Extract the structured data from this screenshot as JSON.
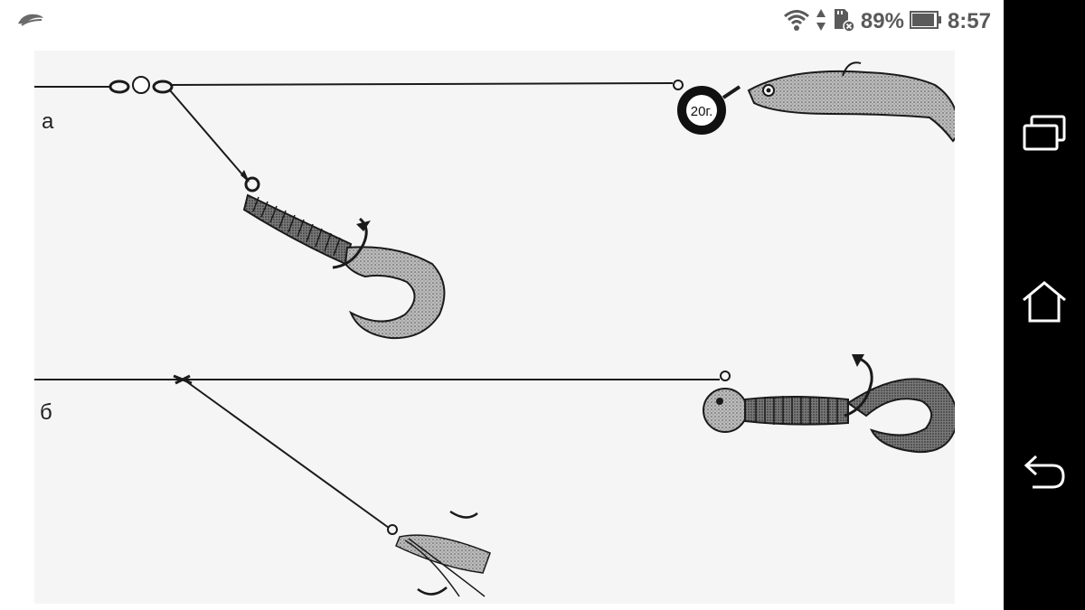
{
  "status_bar": {
    "battery_percent": "89%",
    "time": "8:57",
    "icons": [
      "app-notification-icon",
      "wifi-icon",
      "data-arrows-icon",
      "sd-card-icon",
      "battery-icon"
    ]
  },
  "diagram": {
    "label_a": "а",
    "label_b": "б",
    "sinker_weight": "20г."
  },
  "nav_bar": {
    "buttons": [
      "recent-apps",
      "home",
      "back"
    ],
    "colors": {
      "background": "#000000",
      "icon": "#ffffff"
    }
  },
  "colors": {
    "background": "#ffffff",
    "diagram_background": "#f5f5f5",
    "line": "#1a1a1a",
    "status_text": "#5a5a5a"
  }
}
